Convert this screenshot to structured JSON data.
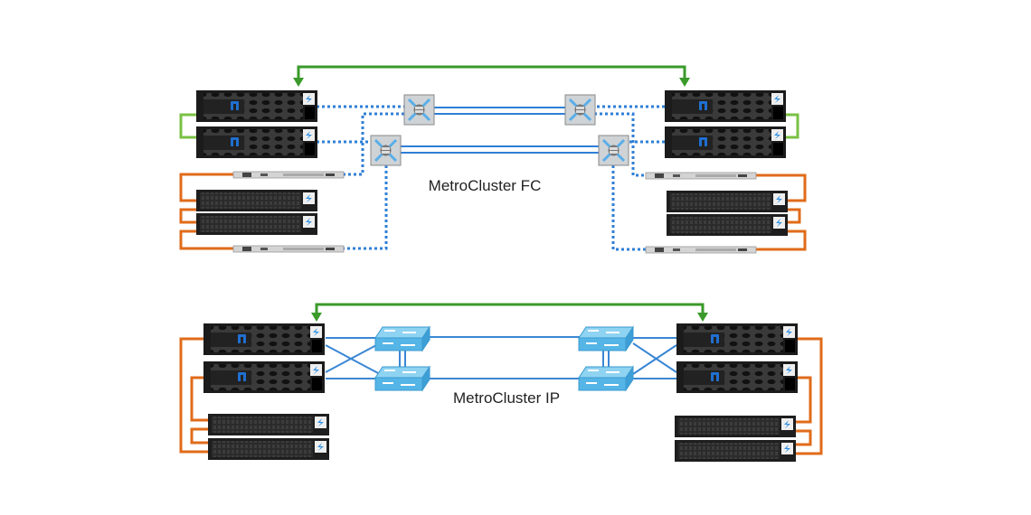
{
  "diagrams": [
    {
      "label": "MetroCluster FC"
    },
    {
      "label": "MetroCluster IP"
    }
  ],
  "colors": {
    "dr_link": "#3a9a2a",
    "ha_link": "#7ac143",
    "sas_cable": "#e06b1a",
    "fc_link": "#2f7fd6",
    "ip_link": "#3a86d4",
    "switch": "#5cb8e6",
    "hardware": "#2a2a2a"
  },
  "icons": [
    "controller",
    "disk-shelf",
    "fc-bridge",
    "fc-switch",
    "ip-switch",
    "netapp-logo",
    "power-icon"
  ]
}
